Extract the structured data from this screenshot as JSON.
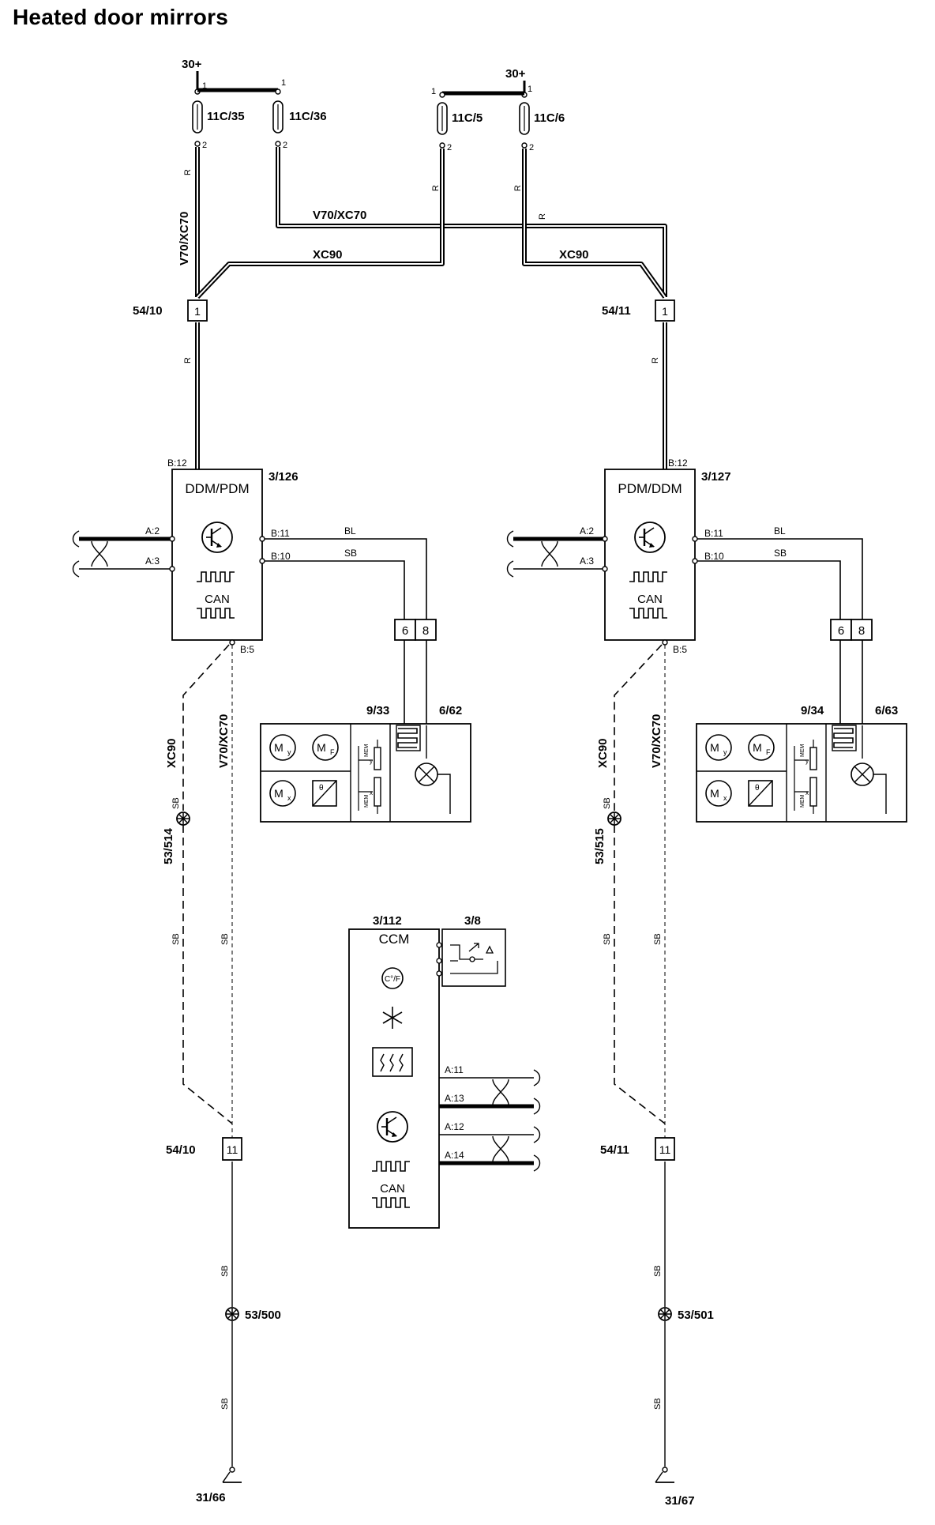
{
  "title": "Heated door mirrors",
  "supply": {
    "left": "30+",
    "right": "30+"
  },
  "fuses": {
    "f35": {
      "name": "11C/35",
      "pin_in": "1",
      "pin_out": "2"
    },
    "f36": {
      "name": "11C/36",
      "pin_in": "1",
      "pin_out": "2"
    },
    "f5": {
      "name": "11C/5",
      "pin_in": "1",
      "pin_out": "2"
    },
    "f6": {
      "name": "11C/6",
      "pin_in": "1",
      "pin_out": "2"
    }
  },
  "variants": {
    "v70": "V70/XC70",
    "xc90": "XC90"
  },
  "wire_colors": {
    "r": "R",
    "bl": "BL",
    "sb": "SB"
  },
  "connectors": {
    "c5410": {
      "name": "54/10",
      "pin_top": "1",
      "pin_bottom": "11"
    },
    "c5411": {
      "name": "54/11",
      "pin_top": "1",
      "pin_bottom": "11"
    }
  },
  "modules": {
    "left": {
      "id": "3/126",
      "name": "DDM/PDM",
      "can": "CAN",
      "pins": {
        "b12": "B:12",
        "a2": "A:2",
        "a3": "A:3",
        "b11": "B:11",
        "b10": "B:10",
        "b5": "B:5"
      }
    },
    "right": {
      "id": "3/127",
      "name": "PDM/DDM",
      "can": "CAN",
      "pins": {
        "b12": "B:12",
        "a2": "A:2",
        "a3": "A:3",
        "b11": "B:11",
        "b10": "B:10",
        "b5": "B:5"
      }
    },
    "ccm": {
      "id": "3/112",
      "name": "CCM",
      "can": "CAN",
      "temp": "C°/F",
      "pins": {
        "a11": "A:11",
        "a13": "A:13",
        "a12": "A:12",
        "a14": "A:14"
      }
    },
    "sensor": {
      "id": "3/8"
    }
  },
  "mirrors": {
    "left": {
      "unit": "9/33",
      "heater": "6/62",
      "pins": [
        "6",
        "8"
      ]
    },
    "right": {
      "unit": "9/34",
      "heater": "6/63",
      "pins": [
        "6",
        "8"
      ]
    },
    "motors": {
      "my": "M",
      "my_sub": "y",
      "mf": "M",
      "mf_sub": "F",
      "mx": "M",
      "mx_sub": "x",
      "mem": "MEM",
      "mem_y": "y",
      "mem_x": "x",
      "theta": "θ"
    }
  },
  "splices": {
    "s514": "53/514",
    "s515": "53/515",
    "s500": "53/500",
    "s501": "53/501"
  },
  "grounds": {
    "g66": "31/66",
    "g67": "31/67"
  }
}
